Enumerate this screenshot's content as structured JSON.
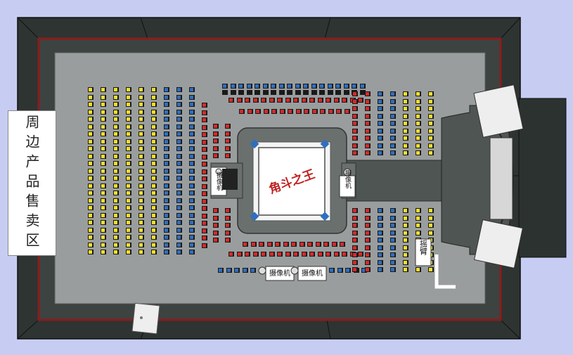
{
  "labels": {
    "merch_area": "周边产品售卖区",
    "camera": "摄像机",
    "jib": "摇臂",
    "ring_logo": "角斗之王"
  },
  "colors": {
    "background": "#c7cdf2",
    "wall": "#2e3432",
    "wall_edge": "#1a1f1e",
    "red_trim": "#8a1c1c",
    "floor": "#9a9d9d",
    "stage": "#4f5553",
    "ring_mat": "#ffffff",
    "seat_yellow": "#f2e02c",
    "seat_blue": "#2f6fbf",
    "seat_red": "#d42a2a",
    "seat_back": "#1a1a1a"
  },
  "icons": [
    "camera-icon",
    "jib-arm-icon",
    "door-icon"
  ]
}
